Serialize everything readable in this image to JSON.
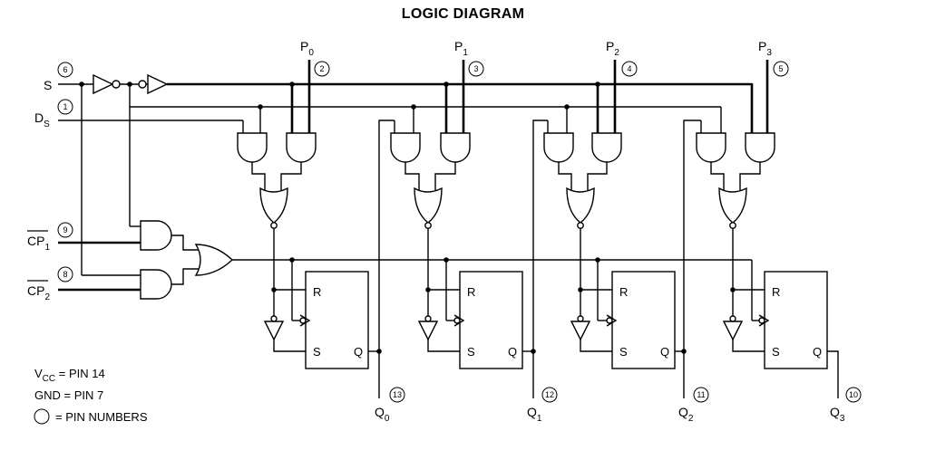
{
  "title": "LOGIC DIAGRAM",
  "inputs": {
    "s": {
      "label": "S",
      "pin": "6"
    },
    "ds": {
      "label": "D",
      "sub": "S",
      "pin": "1"
    },
    "cp1": {
      "label": "CP",
      "sub": "1",
      "pin": "9"
    },
    "cp2": {
      "label": "CP",
      "sub": "2",
      "pin": "8"
    }
  },
  "parallel_inputs": [
    {
      "label": "P",
      "sub": "0",
      "pin": "2"
    },
    {
      "label": "P",
      "sub": "1",
      "pin": "3"
    },
    {
      "label": "P",
      "sub": "2",
      "pin": "4"
    },
    {
      "label": "P",
      "sub": "3",
      "pin": "5"
    }
  ],
  "outputs": [
    {
      "label": "Q",
      "sub": "0",
      "pin": "13"
    },
    {
      "label": "Q",
      "sub": "1",
      "pin": "12"
    },
    {
      "label": "Q",
      "sub": "2",
      "pin": "11"
    },
    {
      "label": "Q",
      "sub": "3",
      "pin": "10"
    }
  ],
  "flipflop": {
    "r": "R",
    "s": "S",
    "q": "Q"
  },
  "notes": {
    "vcc_prefix": "V",
    "vcc_sub": "CC",
    "vcc_text": " = PIN 14",
    "gnd": "GND = PIN 7",
    "pin_numbers": "= PIN NUMBERS"
  }
}
